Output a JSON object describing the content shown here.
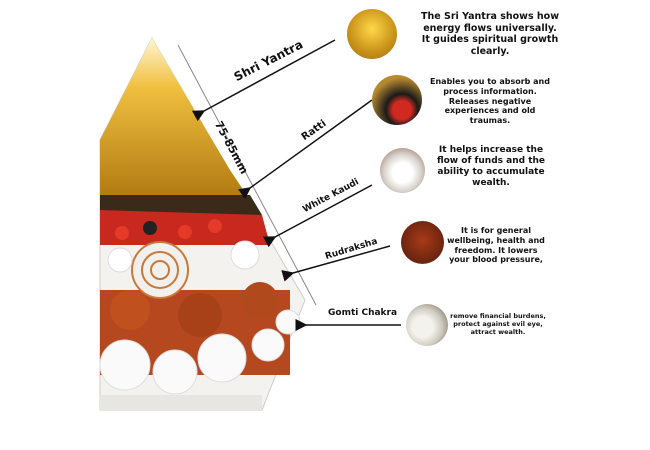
{
  "dimension_label": "75-85mm",
  "items": [
    {
      "label": "Shri Yantra",
      "description": "The Sri Yantra shows how energy flows universally. It guides spiritual growth clearly.",
      "color": "#d9a520"
    },
    {
      "label": "Ratti",
      "description": "Enables you to absorb and process information. Releases negative experiences and old traumas.",
      "color": "#c8281e"
    },
    {
      "label": "White Kaudi",
      "description": "It helps increase the flow of funds and the ability to accumulate wealth.",
      "color": "#e8e4dc"
    },
    {
      "label": "Rudraksha",
      "description": "It is for general wellbeing, health and freedom. It lowers your blood pressure,",
      "color": "#8a2e12"
    },
    {
      "label": "Gomti Chakra",
      "description": "remove financial burdens, protect against evil eye, attract wealth.",
      "color": "#d8d2c8"
    }
  ]
}
